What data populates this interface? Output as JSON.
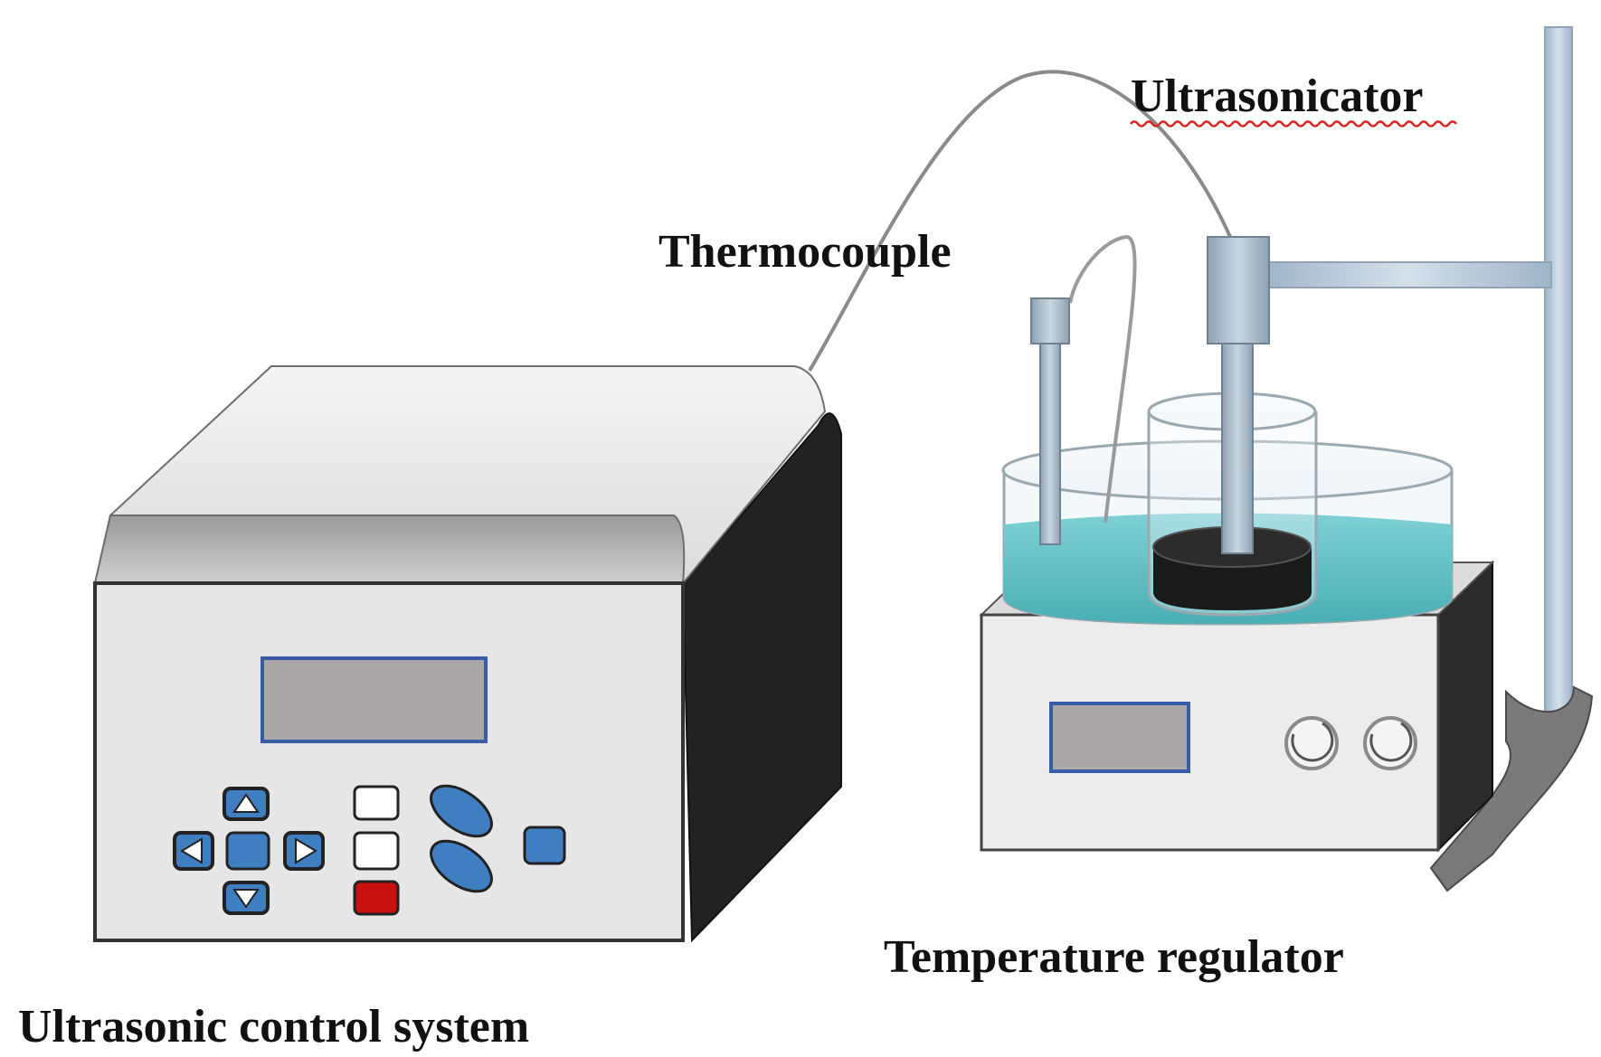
{
  "labels": {
    "ultrasonicator": "Ultrasonicator",
    "thermocouple": "Thermocouple",
    "temperature_regulator": "Temperature regulator",
    "ultrasonic_control_system": "Ultrasonic control system"
  },
  "colors": {
    "panel_face": "#e6e6e6",
    "panel_top": "#eeeeee",
    "panel_side": "#222222",
    "display_fill": "#aca7a7",
    "display_border": "#3a5ca8",
    "button_blue": "#3f7fc1",
    "button_red": "#c81010",
    "water": "#5fc1c6",
    "probe": "#a9bac8",
    "stand": "#b7c9dc",
    "spellcheck_underline": "#e02020"
  },
  "icons": {
    "up_arrow": "up-arrow-icon",
    "down_arrow": "down-arrow-icon",
    "left_arrow": "left-arrow-icon",
    "right_arrow": "right-arrow-icon",
    "knob": "knob-icon"
  }
}
